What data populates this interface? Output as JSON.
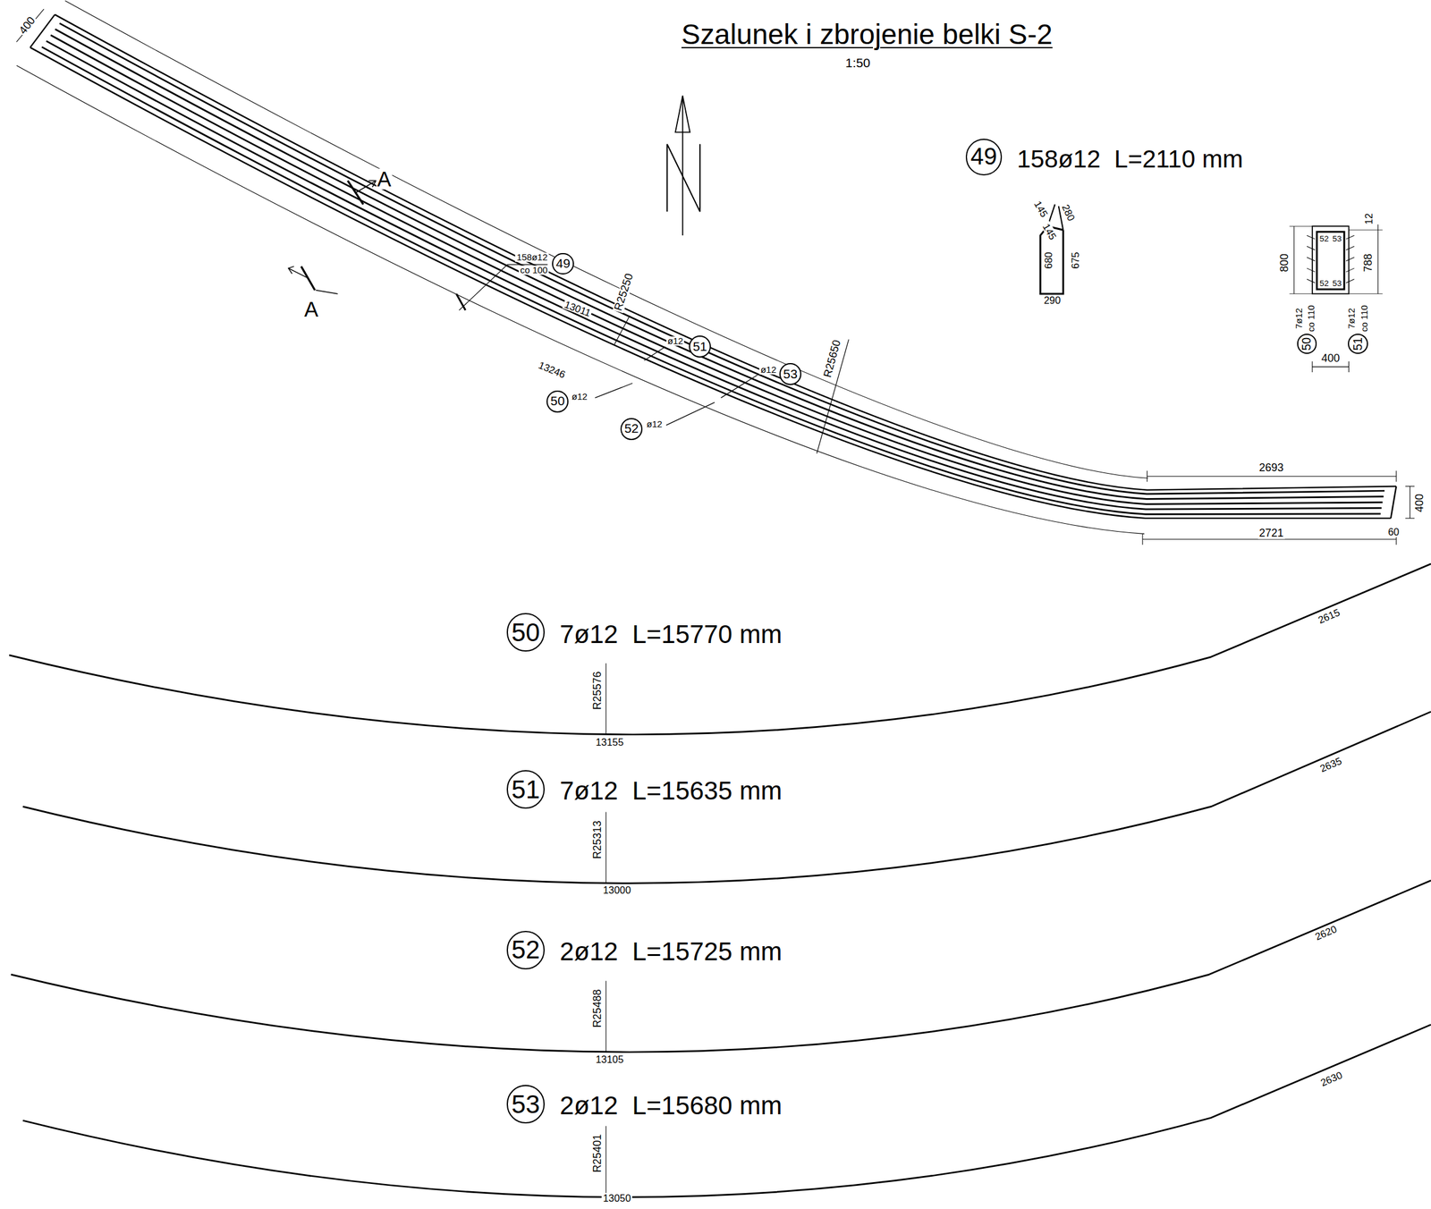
{
  "diagram": {
    "title": "Szalunek i zbrojenie belki S-2",
    "nodes": [
      {
        "text": [
          "49"
        ]
      },
      {
        "text": [
          "49"
        ]
      },
      {
        "text": [
          "51"
        ]
      },
      {
        "text": [
          "53"
        ]
      },
      {
        "text": [
          "50"
        ]
      },
      {
        "text": [
          "52"
        ]
      },
      {
        "text": [
          "50"
        ]
      },
      {
        "text": [
          "51"
        ]
      },
      {
        "text": [
          "50"
        ]
      },
      {
        "text": [
          "51"
        ]
      },
      {
        "text": [
          "52"
        ]
      },
      {
        "text": [
          "53"
        ]
      }
    ],
    "labels": [
      "1:50",
      "400",
      "A",
      "A",
      "158ø12",
      "co 100",
      "13011",
      "R25250",
      "ø12",
      "ø12",
      "13246",
      "ø12",
      "ø12",
      "R25650",
      "2693",
      "400",
      "2721",
      "60",
      "158ø12  L=2110 mm",
      "145",
      "280",
      "145",
      "680",
      "675",
      "290",
      "800",
      "788",
      "12",
      "52",
      "53",
      "52",
      "53",
      "7ø12",
      "co 110",
      "7ø12",
      "co 110",
      "400",
      "7ø12  L=15770 mm",
      "R25576",
      "13155",
      "2615",
      "7ø12  L=15635 mm",
      "R25313",
      "13000",
      "2635",
      "2ø12  L=15725 mm",
      "R25488",
      "13105",
      "2620",
      "2ø12  L=15680 mm",
      "R25401",
      "13050",
      "2630"
    ]
  }
}
